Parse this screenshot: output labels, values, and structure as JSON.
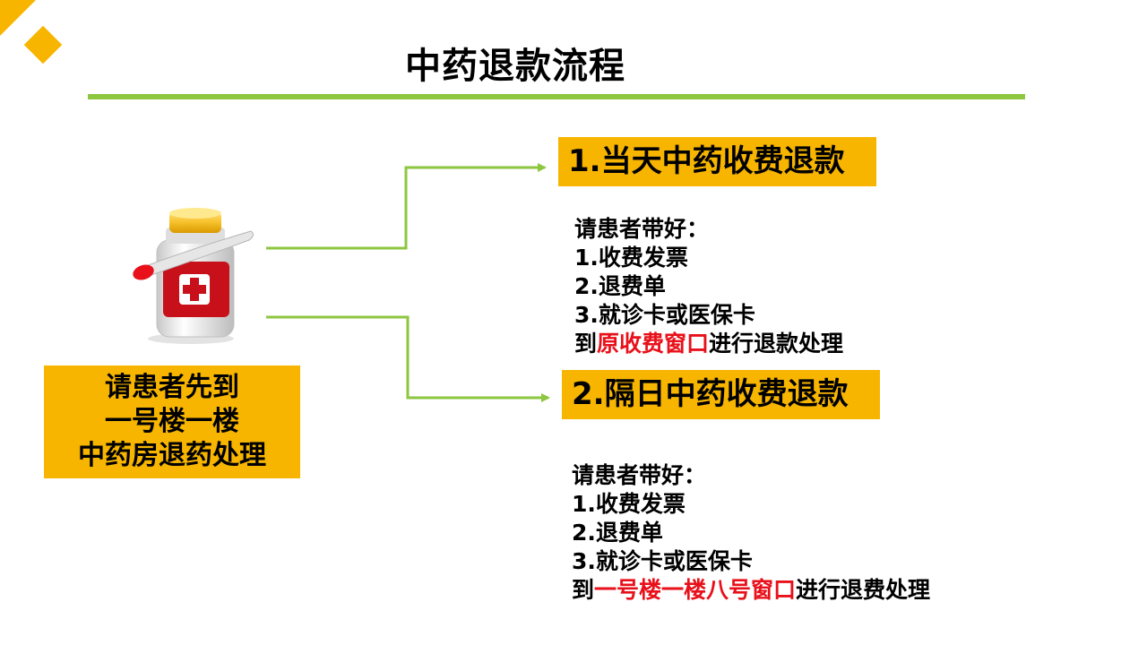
{
  "page": {
    "title": "中药退款流程"
  },
  "left_box": {
    "lines": [
      "请患者先到",
      "一号楼一楼",
      "中药房退药处理"
    ]
  },
  "branch_1": {
    "title": "1.当天中药收费退款",
    "intro": "请患者带好：",
    "items": [
      "1.收费发票",
      "2.退费单",
      "3.就诊卡或医保卡"
    ],
    "final_prefix": "到",
    "final_highlight": "原收费窗口",
    "final_suffix": "进行退款处理"
  },
  "branch_2": {
    "title": "2.隔日中药收费退款",
    "intro": "请患者带好：",
    "items": [
      "1.收费发票",
      "2.退费单",
      "3.就诊卡或医保卡"
    ],
    "final_prefix": "到",
    "final_highlight": "一号楼一楼八号窗口",
    "final_suffix": "进行退费处理"
  },
  "icons": {
    "medicine": "medicine-bottle-icon"
  },
  "colors": {
    "accent_yellow": "#f7b500",
    "accent_green": "#8dc63f",
    "highlight_red": "#e8101a"
  }
}
